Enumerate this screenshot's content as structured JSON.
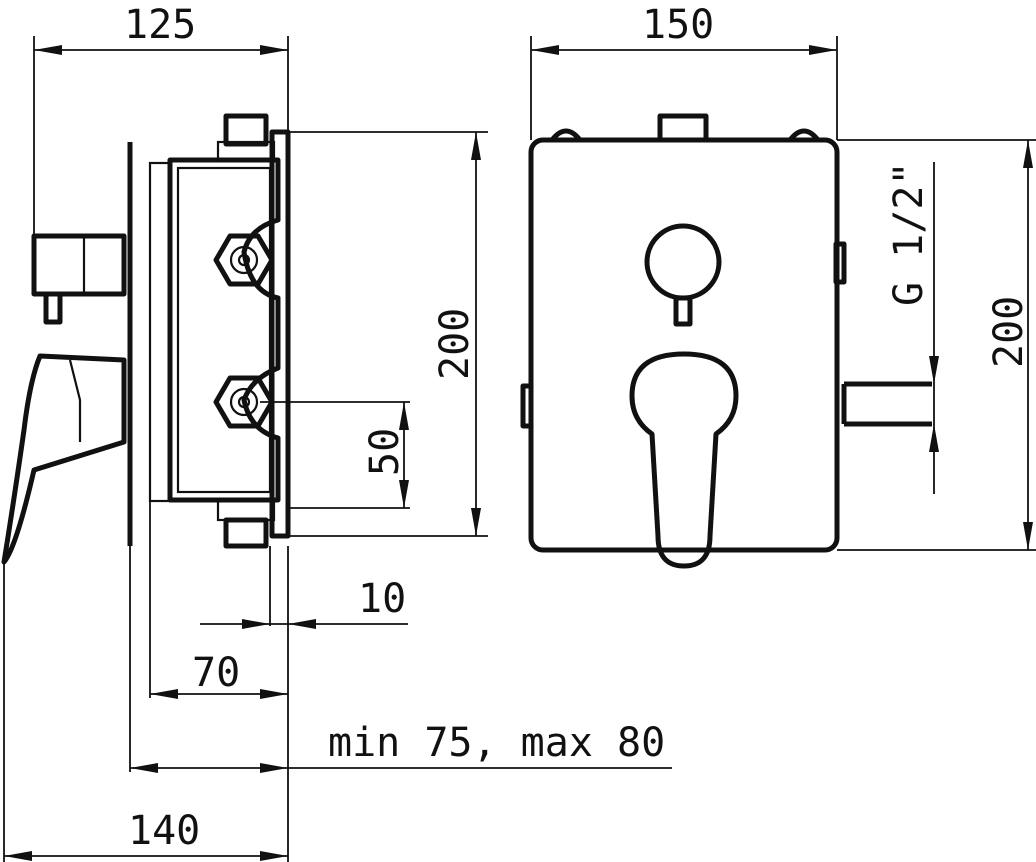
{
  "drawing": {
    "dimensions": {
      "side_top_width": "125",
      "front_width": "150",
      "side_height": "200",
      "front_height": "200",
      "inlet_spacing": "50",
      "thread": "G 1/2\"",
      "depth_10": "10",
      "depth_70": "70",
      "install_depth": "min 75, max 80",
      "overall_depth": "140"
    }
  }
}
